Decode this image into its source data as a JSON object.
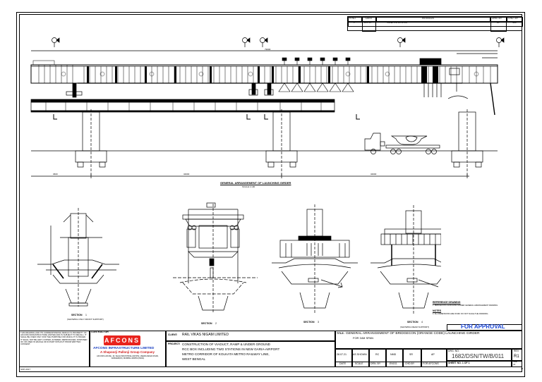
{
  "revision_table": {
    "headers": [
      "R.NO.",
      "DATE",
      "REVISION",
      "DRN. BY",
      "CHD. BY"
    ],
    "rows": [
      {
        "rno": "0",
        "date": "28.07.21",
        "revision": "ISSUED FOR APPROVAL",
        "drn_by": "RC",
        "chd_by": "NMD"
      }
    ]
  },
  "main_drawing": {
    "title": "GENERAL ARRANGEMENT OF LAUNCHING GIRDER",
    "scale": "SCALE 1:100",
    "dimensions": {
      "left_span": "3600",
      "mid_span": "34000",
      "right_span": "34000",
      "top_overall": "79000"
    },
    "dim_labels": {
      "left": "PIER TYP",
      "mid": "PIER TYP",
      "right": "PIER TYP"
    }
  },
  "sections": [
    {
      "label": "SECTION",
      "num": "1",
      "sheet": "-",
      "caption": "(SHOWING ONLY FRONT SUPPORT)"
    },
    {
      "label": "SECTION",
      "num": "2",
      "sheet": "-",
      "caption": ""
    },
    {
      "label": "SECTION",
      "num": "3",
      "sheet": "-",
      "caption": ""
    },
    {
      "label": "SECTION",
      "num": "4",
      "sheet": "-",
      "caption": "(SHOWING REAR SUPPORT)"
    }
  ],
  "notes": {
    "ref_title": "REFERENCE DRAWING",
    "ref_text": "1. BRIDGECON LAUNCHING GIRDER GENERAL ARRANGEMENT DRAWING",
    "notes_title": "NOTES",
    "notes_text": "1. ALL DIMENSIONS ARE IN MM. DO NOT SCALE THE DRAWING."
  },
  "approval_stamp": "FOR APPROVAL",
  "disclaimer": "THIS DRAWING AND ITS CORRESPONDING DESIGN IS PROPERTY OF AFCONS INFRASTRUCTURE LIMITED AND IS SUBJECT TO RECALL. IT SHALL BE USED ONLY FOR THE PURPOSE FOR WHICH IT IS ISSUED. IT SHALL NOT BE LENT, COPIED, ALTERED, REPRODUCED, DISPOSED OF OR USED IN WHOLE OR IN PART WITHOUT PRIOR WRITTEN CONSENT.",
  "footer_code": "SOP-2017",
  "contractor": {
    "label": "CONTRACTOR",
    "logo_text": "AFCONS",
    "company": "AFCONS INFRASTRUCTURE LIMITED",
    "group": "A Shapoorji Pallonji Group Company",
    "address": "AFCONS HOUSE, 16, SHAH INDUSTRIAL ESTATE, VEERA DESAI ROAD, ANDHERI(W), MUMBAI-400053 (INDIA)"
  },
  "client": {
    "label": "CLIENT:",
    "value": "RAIL VIKAS NIGAM LIMITED"
  },
  "project": {
    "label": "PROJECT:",
    "lines": [
      "CONSTRUCTION OF VIADUCT, RAMP & UNDER GROUND",
      "RCC BOX INCLUDING TWO STATIONS IN NEW GARIA-AIRPORT",
      "METRO CORRIDOR OF KOLKATA METRO RAILWAY LINE,",
      "WEST BENGAL"
    ]
  },
  "title_block": {
    "title_label": "TITLE:",
    "title_line1": "GENERAL ARRANGEMENT OF BRIDGECON (ORANGE CODE) LAUNCHING GIRDER",
    "title_line2": "FOR 34M SPAN",
    "date": "28.07.21",
    "date_label": "DATE",
    "scale": "AS SHOWN",
    "scale_label": "SCALE",
    "drn_by": "RC",
    "drn_by_label": "DRN. BY",
    "engg": "NMD",
    "engg_label": "ENGG.",
    "chd_by": "SR",
    "chd_by_label": "CHD.BY",
    "for_afcons": "AP",
    "for_afcons_label": "FOR AFCONS",
    "drg_no_label": "DRG. NO.",
    "drg_no": "1682/DSN/TW/B/011",
    "sheet_no": "SHEET NO. 1 OF 1",
    "rev_label": "REV",
    "rev": "R1",
    "size_label": "SIZE",
    "size": "A3",
    "page_size": "A3"
  },
  "colors": {
    "approval_blue": "#1b47d6",
    "logo_red": "#e8231d",
    "afcons_blue": "#1a3fc2",
    "shapoorji_red": "#d32020"
  }
}
